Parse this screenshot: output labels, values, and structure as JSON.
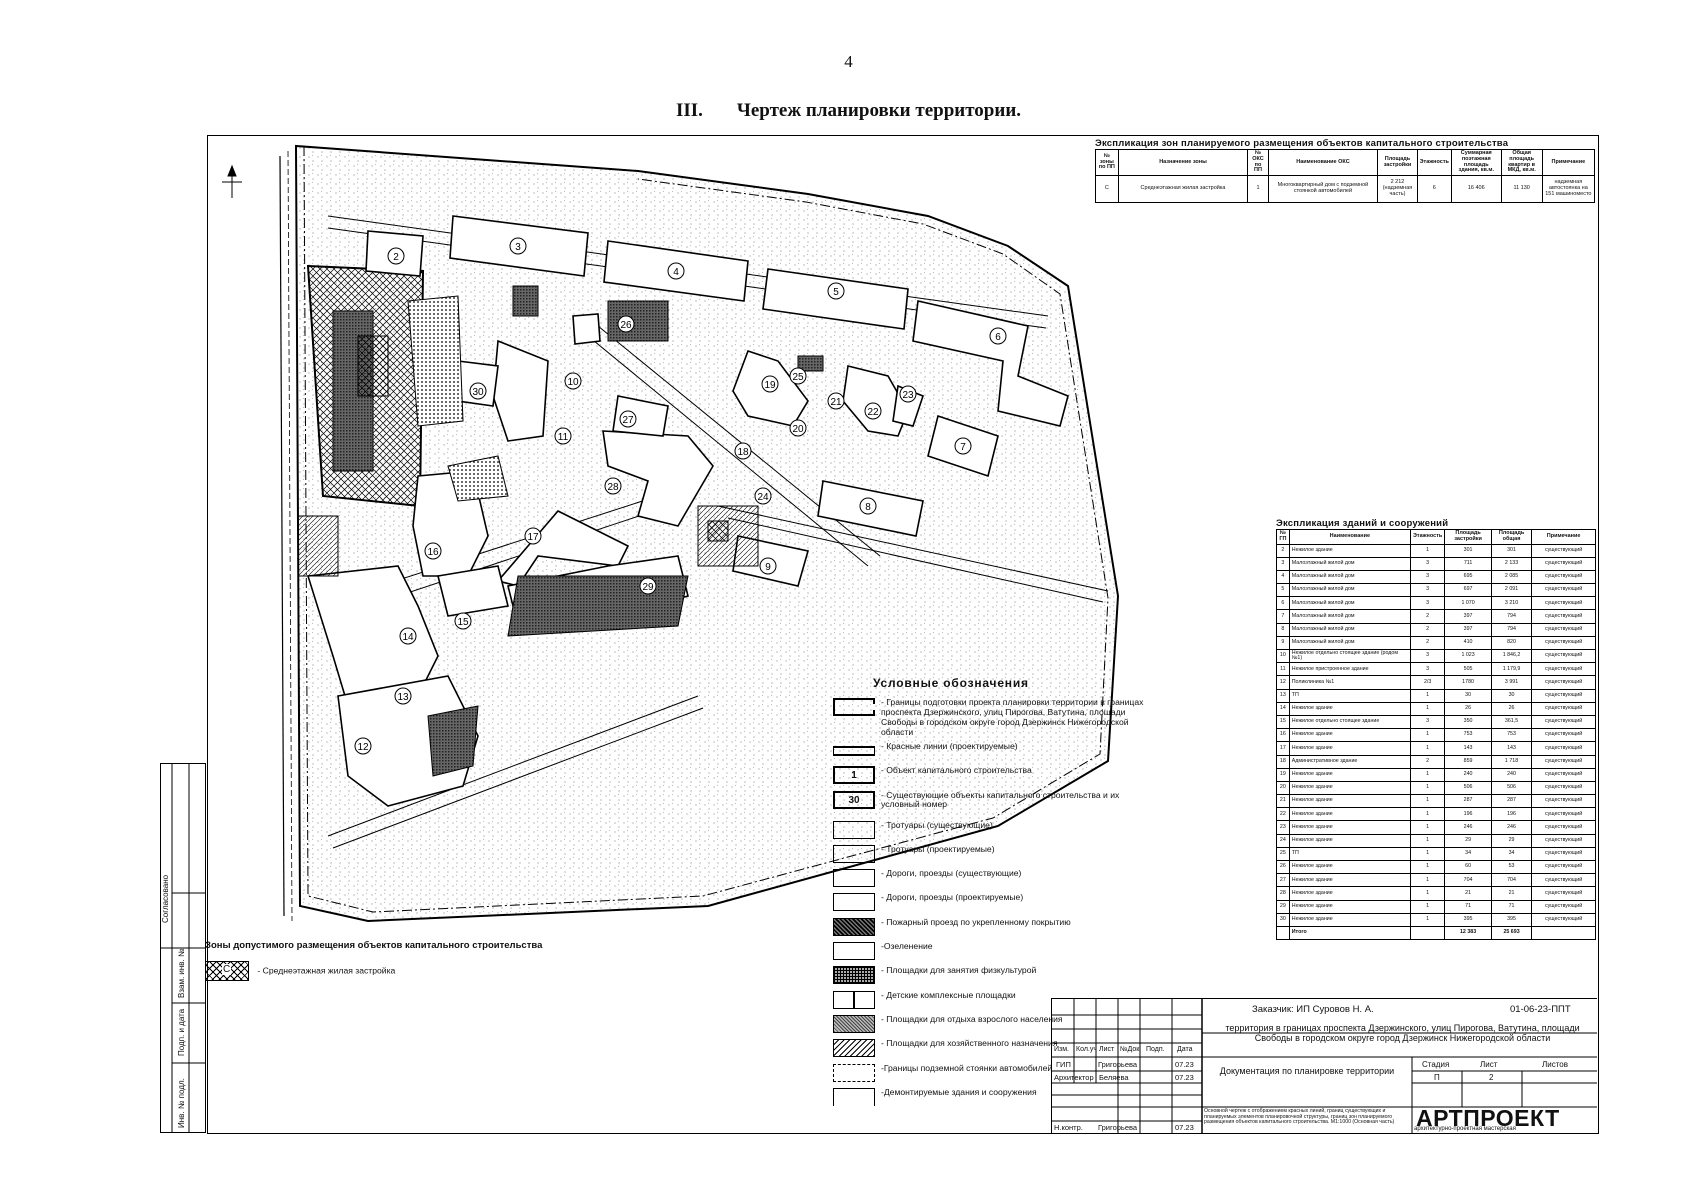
{
  "page": {
    "number": "4",
    "heading_num": "III.",
    "heading": "Чертеж планировки территории."
  },
  "zones_table": {
    "title": "Экспликация зон планируемого размещения объектов капитального строительства",
    "headers": [
      "№ зоны по ПП",
      "Назначение зоны",
      "№ ОКС по ПП",
      "Наименование ОКС",
      "Площадь застройки",
      "Этажность",
      "Суммарная поэтажная площадь здания, кв.м.",
      "Общая площадь квартир в МКД, кв.м.",
      "Примечание"
    ],
    "row": [
      "С",
      "Среднеэтажная жилая застройка",
      "1",
      "Многоквартирный дом с подземной стоянкой автомобилей",
      "2 212 (надземная часть)",
      "6",
      "16 406",
      "11 130",
      "надземная автостоянка на 151 машиноместо"
    ]
  },
  "buildings_table": {
    "title": "Экспликация зданий и сооружений",
    "headers": [
      "№ ГП",
      "Наименование",
      "Этажность",
      "Площадь застройки",
      "Площадь общая",
      "Примечание"
    ],
    "rows": [
      [
        "2",
        "Нежилое здание",
        "1",
        "301",
        "301",
        "существующий"
      ],
      [
        "3",
        "Малоэтажный жилой дом",
        "3",
        "711",
        "2 133",
        "существующий"
      ],
      [
        "4",
        "Малоэтажный жилой дом",
        "3",
        "695",
        "2 085",
        "существующий"
      ],
      [
        "5",
        "Малоэтажный жилой дом",
        "3",
        "697",
        "2 091",
        "существующий"
      ],
      [
        "6",
        "Малоэтажный жилой дом",
        "3",
        "1 070",
        "3 210",
        "существующий"
      ],
      [
        "7",
        "Малоэтажный жилой дом",
        "2",
        "397",
        "794",
        "существующий"
      ],
      [
        "8",
        "Малоэтажный жилой дом",
        "2",
        "397",
        "794",
        "существующий"
      ],
      [
        "9",
        "Малоэтажный жилой дом",
        "2",
        "410",
        "820",
        "существующий"
      ],
      [
        "10",
        "Нежилое отдельно стоящее здание (родом №1)",
        "3",
        "1 023",
        "1 846,2",
        "существующий"
      ],
      [
        "11",
        "Нежилое пристроенное здание",
        "3",
        "505",
        "1 179,9",
        "существующий"
      ],
      [
        "12",
        "Поликлиника №1",
        "2/3",
        "1780",
        "3 991",
        "существующий"
      ],
      [
        "13",
        "ТП",
        "1",
        "30",
        "30",
        "существующий"
      ],
      [
        "14",
        "Нежилое здание",
        "1",
        "26",
        "26",
        "существующий"
      ],
      [
        "15",
        "Нежилое отдельно стоящее здание",
        "3",
        "350",
        "361,5",
        "существующий"
      ],
      [
        "16",
        "Нежилое здание",
        "1",
        "753",
        "753",
        "существующий"
      ],
      [
        "17",
        "Нежилое здание",
        "1",
        "143",
        "143",
        "существующий"
      ],
      [
        "18",
        "Административное здание",
        "2",
        "859",
        "1 718",
        "существующий"
      ],
      [
        "19",
        "Нежилое здание",
        "1",
        "240",
        "240",
        "существующий"
      ],
      [
        "20",
        "Нежилое здание",
        "1",
        "506",
        "506",
        "существующий"
      ],
      [
        "21",
        "Нежилое здание",
        "1",
        "287",
        "287",
        "существующий"
      ],
      [
        "22",
        "Нежилое здание",
        "1",
        "196",
        "196",
        "существующий"
      ],
      [
        "23",
        "Нежилое здание",
        "1",
        "246",
        "246",
        "существующий"
      ],
      [
        "24",
        "Нежилое здание",
        "1",
        "29",
        "29",
        "существующий"
      ],
      [
        "25",
        "ТП",
        "1",
        "34",
        "34",
        "существующий"
      ],
      [
        "26",
        "Нежилое здание",
        "1",
        "60",
        "53",
        "существующий"
      ],
      [
        "27",
        "Нежилое здание",
        "1",
        "704",
        "704",
        "существующий"
      ],
      [
        "28",
        "Нежилое здание",
        "1",
        "21",
        "21",
        "существующий"
      ],
      [
        "29",
        "Нежилое здание",
        "1",
        "71",
        "71",
        "существующий"
      ],
      [
        "30",
        "Нежилое здание",
        "1",
        "395",
        "395",
        "существующий"
      ]
    ],
    "total_label": "Итого",
    "total_area": "12 383",
    "total_general": "25 693"
  },
  "legend": {
    "title": "Условные обозначения",
    "items": [
      "- Границы подготовки проекта планировки территории в границах проспекта Дзержинского, улиц Пирогова, Ватутина, площади Свободы в городском округе город Дзержинск Нижегородской области",
      "- Красные линии (проектируемые)",
      "- Объект капитального строительства",
      "- Существующие объекты капитального строительства и их условный номер",
      "- Тротуары (существующие)",
      "- Тротуары (проектируемые)",
      "- Дороги, проезды (существующие)",
      "- Дороги, проезды (проектируемые)",
      "- Пожарный проезд по укрепленному покрытию",
      "-Озеленение",
      "- Площадки для занятия физкультурой",
      "- Детские комплексные площадки",
      "- Площадки для отдыха взрослого населения",
      "- Площадки для хозяйственного назначения",
      "-Границы подземной стоянки автомобилей",
      "-Демонтируемые здания и сооружения"
    ],
    "obj_num": "1",
    "exist_num": "30"
  },
  "zone_placement": {
    "title": "Зоны допустимого размещения объектов капитального строительства",
    "code": "С",
    "label": "- Среднеэтажная жилая застройка"
  },
  "title_block": {
    "customer": "Заказчик: ИП Суровов Н. А.",
    "code": "01-06-23-ППТ",
    "territory": "территория в границах проспекта Дзержинского, улиц Пирогова, Ватутина, площади Свободы в городском округе город Дзержинск Нижегородской области",
    "doc_title": "Документация по планировке территории",
    "sheet_desc": "Основной чертеж с отображением красных линий, границ существующих и планируемых элементов планировочной структуры, границ зон планируемого размещения объектов капитального строительства. М1:1000 (Основная часть)",
    "company": "АРТПРОЕКТ",
    "company_sub": "архитектурно-проектная мастерская",
    "hdr": [
      "Изм.",
      "Кол.уч",
      "Лист",
      "№Док",
      "Подп.",
      "Дата"
    ],
    "people": [
      {
        "role": "ГИП",
        "name": "Григорьева",
        "date": "07.23"
      },
      {
        "role": "Архитектор",
        "name": "Беляева",
        "date": "07.23"
      },
      {
        "role": "Н.контр.",
        "name": "Григорьева",
        "date": "07.23"
      }
    ],
    "stage_hdr": [
      "Стадия",
      "Лист",
      "Листов"
    ],
    "stage": "П",
    "sheet": "2"
  },
  "margin": {
    "labels": [
      "Согласовано",
      "Взам. инв. №",
      "Подп. и дата",
      "Инв. № подл."
    ]
  },
  "plan_labels": [
    "2",
    "3",
    "4",
    "5",
    "6",
    "7",
    "8",
    "9",
    "10",
    "11",
    "12",
    "13",
    "14",
    "15",
    "16",
    "17",
    "18",
    "19",
    "20",
    "21",
    "22",
    "23",
    "24",
    "25",
    "26",
    "27",
    "28",
    "29",
    "30"
  ]
}
